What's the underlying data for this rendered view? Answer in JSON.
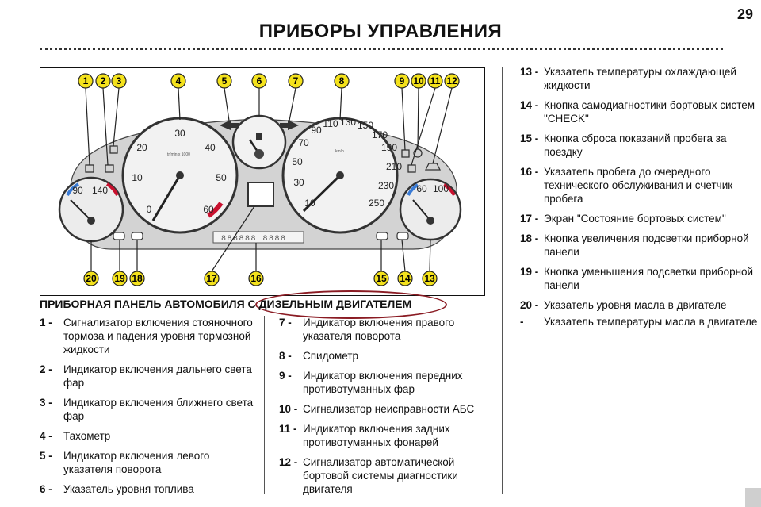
{
  "page": {
    "number": "29",
    "title": "ПРИБОРЫ УПРАВЛЕНИЯ"
  },
  "diagram": {
    "callouts": [
      "1",
      "2",
      "3",
      "4",
      "5",
      "6",
      "7",
      "8",
      "9",
      "10",
      "11",
      "12",
      "13",
      "14",
      "15",
      "16",
      "17",
      "18",
      "19",
      "20"
    ],
    "tachometer_labels": [
      "0",
      "10",
      "20",
      "30",
      "40",
      "50",
      "60"
    ],
    "speedometer_labels": [
      "10",
      "30",
      "50",
      "70",
      "90",
      "110",
      "130",
      "150",
      "170",
      "190",
      "210",
      "230",
      "250"
    ],
    "temp_gauge_labels": [
      "90",
      "140"
    ],
    "oil_gauge_labels": [
      "60",
      "100"
    ],
    "odometer_display": "888888 8888"
  },
  "panel_heading": "ПРИБОРНАЯ ПАНЕЛЬ АВТОМОБИЛЯ С ДИЗЕЛЬНЫМ ДВИГАТЕЛЕМ",
  "highlight_color": "#8a1b23",
  "legend": {
    "col1": [
      {
        "num": "1 -",
        "text": "Сигнализатор включения стояночного тормоза и падения уровня тормозной жидкости"
      },
      {
        "num": "2 -",
        "text": "Индикатор включения дальнего света фар"
      },
      {
        "num": "3 -",
        "text": "Индикатор включения ближнего света фар"
      },
      {
        "num": "4 -",
        "text": "Тахометр"
      },
      {
        "num": "5 -",
        "text": "Индикатор включения левого указателя поворота"
      },
      {
        "num": "6 -",
        "text": "Указатель уровня топлива"
      }
    ],
    "col2": [
      {
        "num": "7 -",
        "text": "Индикатор включения правого указателя поворота"
      },
      {
        "num": "8 -",
        "text": "Спидометр"
      },
      {
        "num": "9 -",
        "text": "Индикатор включения передних противотуманных фар"
      },
      {
        "num": "10 -",
        "text": "Сигнализатор неисправности АБС"
      },
      {
        "num": "11 -",
        "text": "Индикатор включения задних противотуманных фонарей"
      },
      {
        "num": "12 -",
        "text": "Сигнализатор автоматической бортовой системы диагностики двигателя"
      }
    ],
    "col3": [
      {
        "num": "13 -",
        "text": "Указатель температуры охлаждающей жидкости"
      },
      {
        "num": "14 -",
        "text": "Кнопка самодиагностики бортовых систем \"CHECK\""
      },
      {
        "num": "15 -",
        "text": "Кнопка сброса показаний пробега за поездку"
      },
      {
        "num": "16 -",
        "text": "Указатель пробега до очередного технического обслуживания и счетчик пробега"
      },
      {
        "num": "17 -",
        "text": "Экран \"Состояние бортовых систем\""
      },
      {
        "num": "18 -",
        "text": "Кнопка увеличения подсветки приборной панели"
      },
      {
        "num": "19 -",
        "text": "Кнопка уменьшения подсветки приборной панели"
      },
      {
        "num": "20 -",
        "text": "Указатель уровня масла в двигателе"
      },
      {
        "num": "-",
        "text": "Указатель температуры масла в двигателе"
      }
    ]
  }
}
